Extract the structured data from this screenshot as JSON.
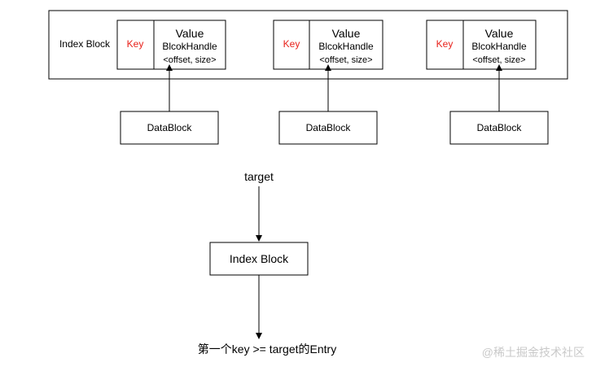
{
  "index_block": {
    "label": "Index Block",
    "entries": [
      {
        "key": "Key",
        "value_title": "Value",
        "value_handle": "BlcokHandle",
        "value_fields": "<offset, size>"
      },
      {
        "key": "Key",
        "value_title": "Value",
        "value_handle": "BlcokHandle",
        "value_fields": "<offset, size>"
      },
      {
        "key": "Key",
        "value_title": "Value",
        "value_handle": "BlcokHandle",
        "value_fields": "<offset, size>"
      }
    ]
  },
  "data_blocks": [
    "DataBlock",
    "DataBlock",
    "DataBlock"
  ],
  "flow": {
    "start": "target",
    "middle": "Index Block",
    "end": "第一个key >= target的Entry"
  },
  "watermark": "@稀土掘金技术社区",
  "colors": {
    "key_text": "#e8211a",
    "stroke": "#000000",
    "watermark": "#c9c9c9"
  }
}
